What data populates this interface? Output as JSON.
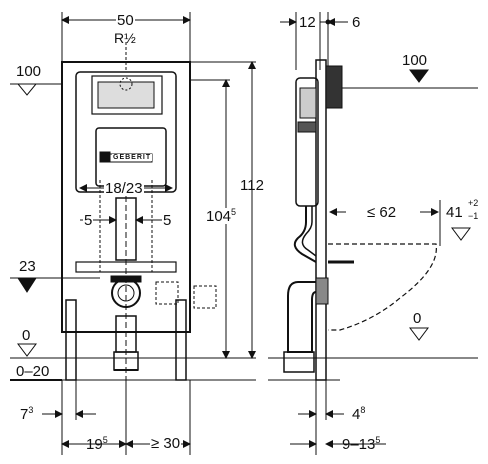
{
  "front_view": {
    "top_width": "50",
    "top_thread": "R½",
    "level_100": "100",
    "level_23": "23",
    "level_0": "0",
    "level_0_20": "0–20",
    "inner_width": "18/23",
    "offset_left": "5",
    "offset_right": "5",
    "height_total": "112",
    "height_mid": "104",
    "height_mid_sup": "5",
    "bottom_left_small": "7",
    "bottom_left_small_sup": "3",
    "bottom_left_wide": "19",
    "bottom_left_wide_sup": "5",
    "bottom_right": "≥ 30",
    "brand": "GEBERIT"
  },
  "side_view": {
    "top_left": "12",
    "top_right": "6",
    "level_100": "100",
    "level_0": "0",
    "projection": "≤ 62",
    "bowl_height": "41",
    "bowl_tol_plus": "+2",
    "bowl_tol_minus": "−1",
    "bottom_small": "4",
    "bottom_small_sup": "8",
    "bottom_range": "9–13",
    "bottom_range_sup": "5"
  }
}
